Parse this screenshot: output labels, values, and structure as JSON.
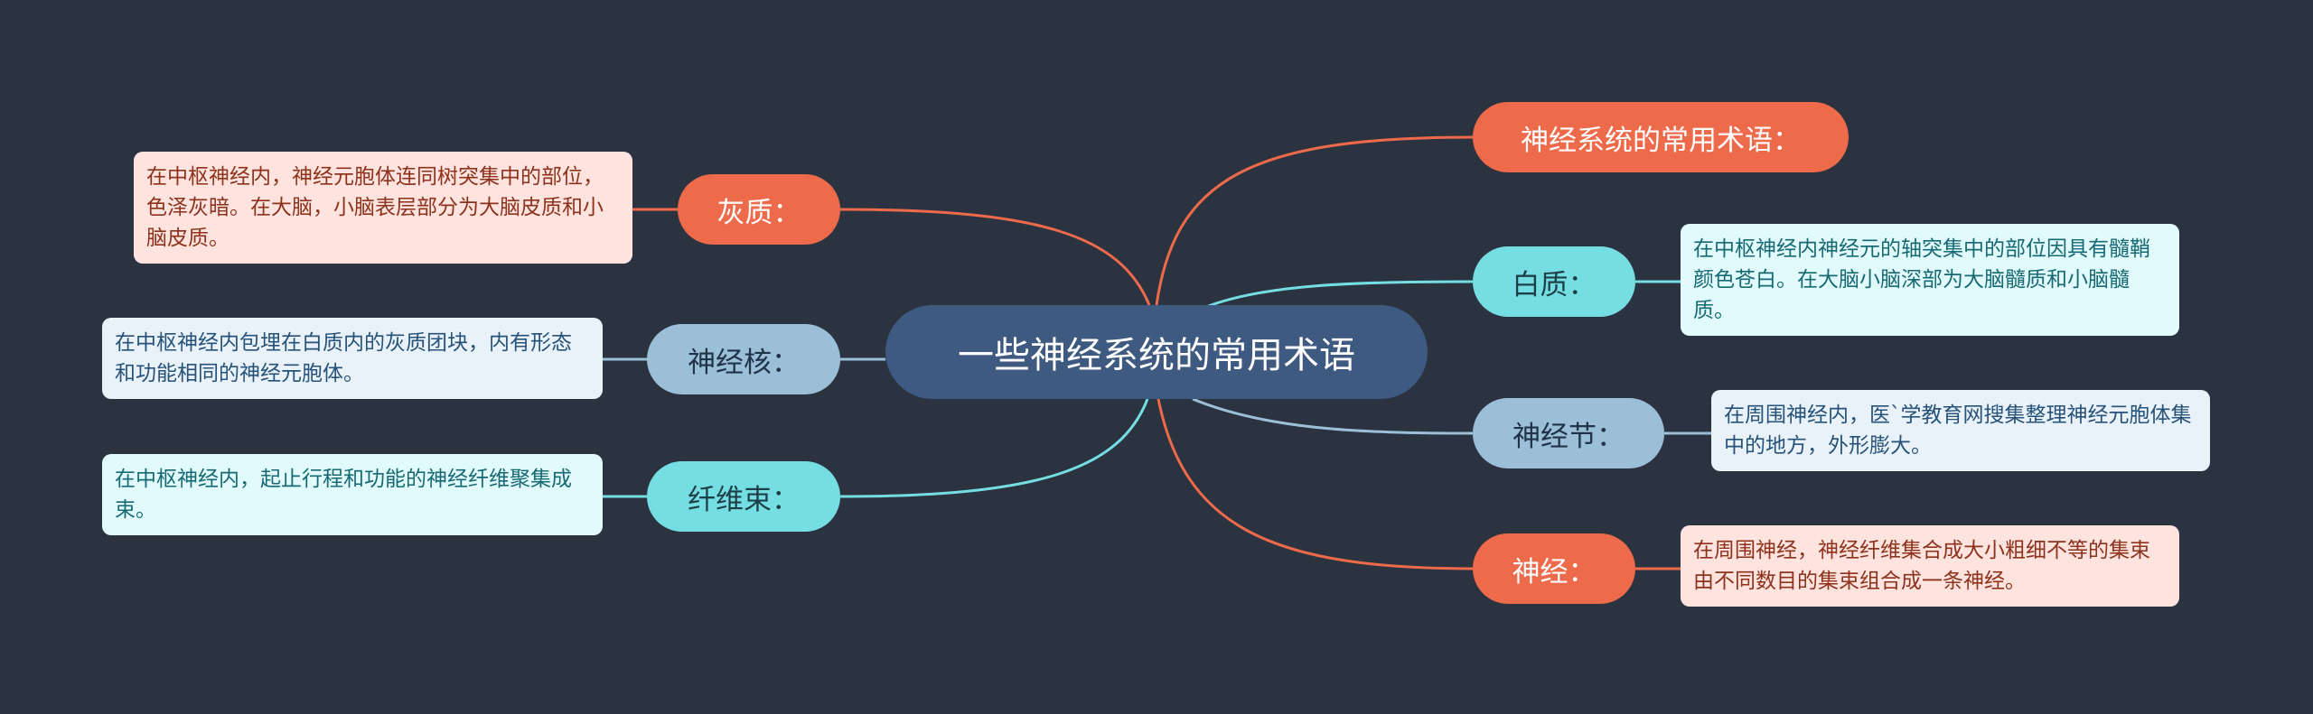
{
  "center": {
    "label": "一些神经系统的常用术语"
  },
  "right": [
    {
      "id": "r1",
      "label": "神经系统的常用术语："
    },
    {
      "id": "r2",
      "label": "白质：",
      "desc": "在中枢神经内神经元的轴突集中的部位因具有髓鞘颜色苍白。在大脑小脑深部为大脑髓质和小脑髓质。"
    },
    {
      "id": "r3",
      "label": "神经节：",
      "desc": "在周围神经内，医`学教育网搜集整理神经元胞体集中的地方，外形膨大。"
    },
    {
      "id": "r4",
      "label": "神经：",
      "desc": "在周围神经，神经纤维集合成大小粗细不等的集束由不同数目的集束组合成一条神经。"
    }
  ],
  "left": [
    {
      "id": "l1",
      "label": "灰质：",
      "desc": "在中枢神经内，神经元胞体连同树突集中的部位，色泽灰暗。在大脑，小脑表层部分为大脑皮质和小脑皮质。"
    },
    {
      "id": "l2",
      "label": "神经核：",
      "desc": "在中枢神经内包埋在白质内的灰质团块，内有形态和功能相同的神经元胞体。"
    },
    {
      "id": "l3",
      "label": "纤维束：",
      "desc": "在中枢神经内，起止行程和功能的神经纤维聚集成束。"
    }
  ],
  "colors": {
    "background": "#2b3240",
    "center": "#3e5a80",
    "orange": "#ed6a4a",
    "cyan": "#74dee3",
    "blue": "#9cbfd8"
  }
}
